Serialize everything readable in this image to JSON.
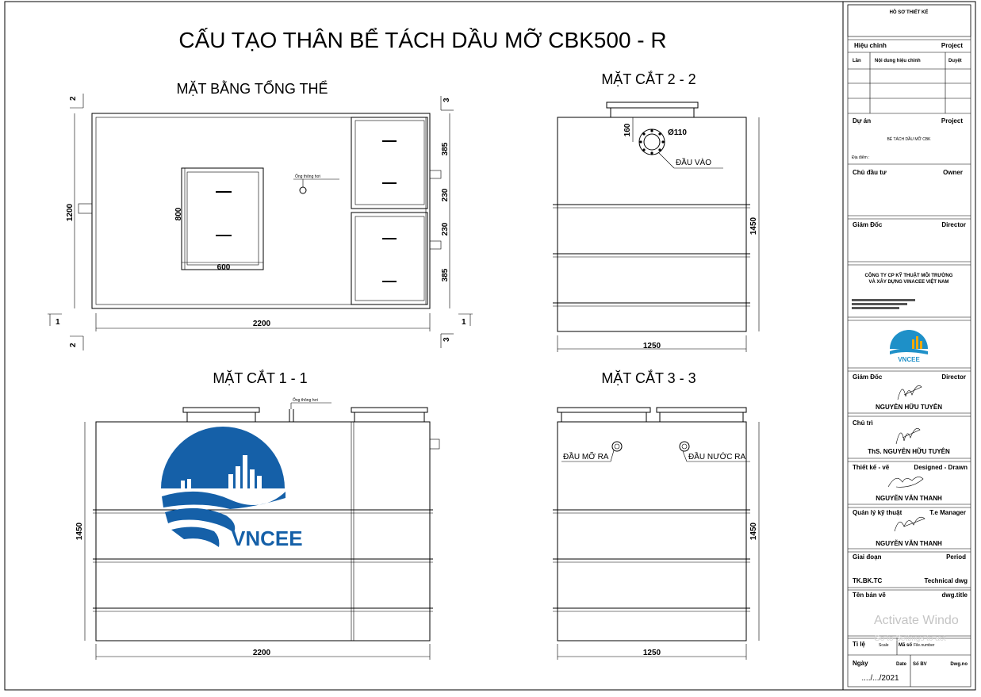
{
  "drawing": {
    "title": "CẤU TẠO THÂN BỂ TÁCH DẦU MỠ CBK500 - R",
    "views": {
      "plan": "MẶT BẰNG TỔNG THỂ",
      "section_2_2": "MẶT CẮT 2 - 2",
      "section_1_1": "MẶT CẮT 1 - 1",
      "section_3_3": "MẶT CẮT 3 - 3"
    },
    "plan": {
      "width": "2200",
      "height": "1200",
      "manhole_width": "600",
      "manhole_height": "800",
      "dim_385_a": "385",
      "dim_230_a": "230",
      "dim_230_b": "230",
      "dim_385_b": "385",
      "vent_label": "Ống thông hơi",
      "sec1": "1",
      "sec2": "2",
      "sec3": "3"
    },
    "section_2_2": {
      "width": "1250",
      "height": "1450",
      "inlet_offset": "160",
      "inlet_diameter": "Ø110",
      "inlet_label": "ĐẦU VÀO"
    },
    "section_1_1": {
      "width": "2200",
      "height": "1450",
      "vent_label": "Ống thông hơi"
    },
    "section_3_3": {
      "width": "1250",
      "height": "1450",
      "oil_outlet": "ĐẦU MỠ RA",
      "water_outlet": "ĐẦU NƯỚC RA"
    },
    "logo_text": "VNCEE"
  },
  "title_block": {
    "design_file": "HỒ SƠ THIẾT KẾ",
    "revision": "Hiệu chỉnh",
    "revision_en": "Project",
    "rev_col_no": "Lần",
    "rev_col_content": "Nội dung hiệu chỉnh",
    "rev_col_approve": "Duyệt",
    "project": "Dự án",
    "project_en": "Project",
    "project_name": "BỂ TÁCH DẦU MỠ CBK",
    "location": "Địa điểm :",
    "owner": "Chủ đầu tư",
    "owner_en": "Owner",
    "director": "Giám Đốc",
    "director_en": "Director",
    "company_line1": "CÔNG TY CP KỸ THUẬT MÔI TRƯỜNG",
    "company_line2": "VÀ XÂY DỰNG VINACEE VIỆT NAM",
    "company_logo_text": "VNCEE",
    "signer_director_role": "Giám Đốc",
    "signer_director_role_en": "Director",
    "signer_director_name": "NGUYỄN HỮU TUYÊN",
    "chief_role": "Chủ trì",
    "chief_name": "ThS. NGUYỄN HỮU TUYÊN",
    "designer_role": "Thiết kế - vẽ",
    "designer_role_en": "Designed - Drawn",
    "designer_name": "NGUYỄN VĂN THANH",
    "qa_role": "Quản lý kỹ thuật",
    "qa_role_en": "T.e Manager",
    "qa_name": "NGUYỄN VĂN THANH",
    "stage": "Giai đoạn",
    "stage_en": "Period",
    "stage_value": "TK.BK.TC",
    "stage_value_en": "Technical dwg",
    "drawing_name": "Tên bản vẽ",
    "drawing_name_en": "dwg.title",
    "scale": "Tỉ lệ",
    "scale_en": "Scale",
    "file_code": "Mã số",
    "file_code_en": "File.number",
    "date": "Ngày",
    "date_en": "Date",
    "sheet_no": "Số BV",
    "sheet_no_en": "Dwg.no",
    "date_value": "..../.../2021"
  },
  "overlay": {
    "activate_line1": "Activate Windo",
    "activate_line2": "Go to Settings to act"
  }
}
